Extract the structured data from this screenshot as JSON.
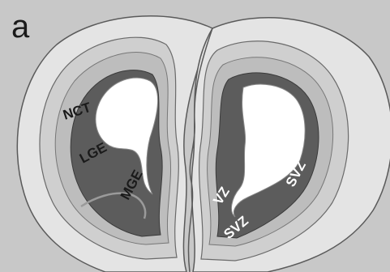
{
  "panel_letter": "a",
  "labels": {
    "nct": "NCT",
    "lge": "LGE",
    "mge": "MGE",
    "vz": "VZ",
    "svz_left": "SVZ",
    "svz_right": "SVZ"
  },
  "colors": {
    "background": "#c8c8c8",
    "outer_tissue": "#e4e4e4",
    "mid_layer": "#cfcfcf",
    "light_band": "#bdbdbd",
    "germinal_zone": "#5c5c5c",
    "ventricle": "#ffffff",
    "outline": "#5a5a5a"
  }
}
